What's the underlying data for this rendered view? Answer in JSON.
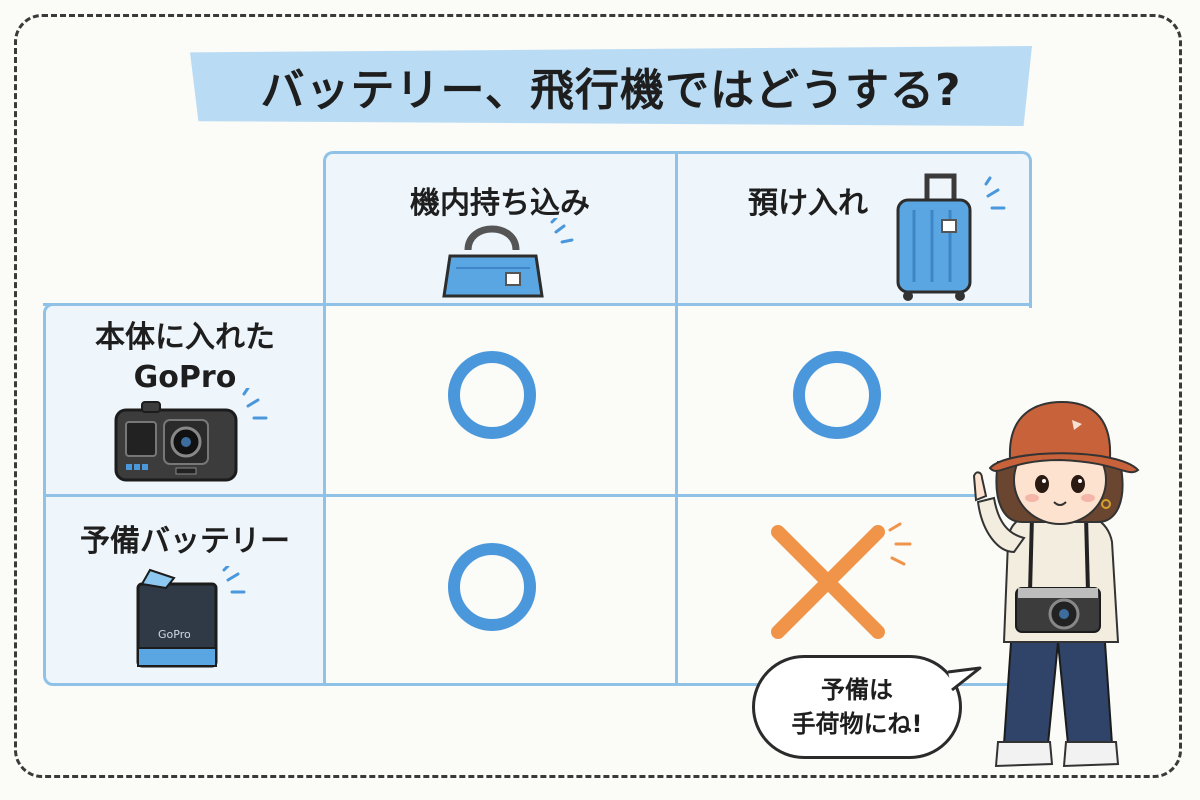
{
  "title": "バッテリー、飛行機ではどうする?",
  "columns": [
    {
      "label": "機内持ち込み",
      "icon": "handbag-icon"
    },
    {
      "label": "預け入れ",
      "icon": "suitcase-icon"
    }
  ],
  "rows": [
    {
      "label_line1": "本体に入れた",
      "label_line2": "GoPro",
      "icon": "action-camera-icon",
      "carry_on": "allowed",
      "checked": "allowed"
    },
    {
      "label_line1": "予備バッテリー",
      "label_line2": "",
      "icon": "battery-icon",
      "carry_on": "allowed",
      "checked": "not-allowed",
      "battery_brand": "GoPro"
    }
  ],
  "speech_bubble": {
    "line1": "予備は",
    "line2": "手荷物にね!"
  },
  "colors": {
    "accent_blue": "#4a97dc",
    "cross_orange": "#f0944a",
    "title_band": "#b9dcf4",
    "table_line": "#8fc2e6"
  }
}
